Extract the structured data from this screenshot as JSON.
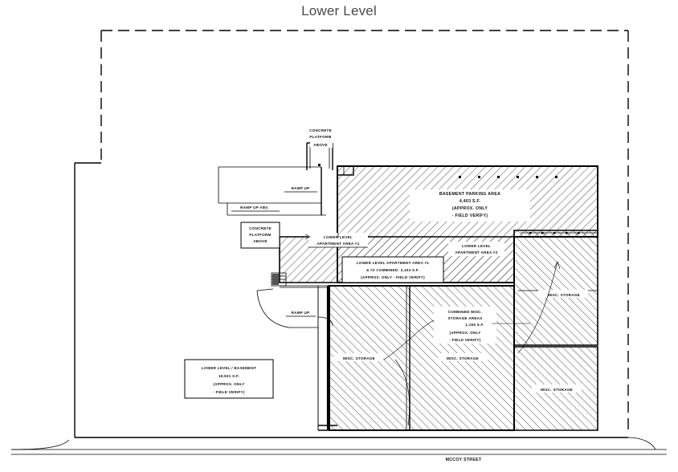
{
  "header": {
    "title": "Lower Level"
  },
  "plan": {
    "street_label": "MCCOY STREET",
    "annotations": {
      "concrete_platform_above_top": "CONCRETE\nPLATFORM\nABOVE",
      "concrete_platform_above_top_l1": "CONCRETE",
      "concrete_platform_above_top_l2": "PLATFORM",
      "concrete_platform_above_top_l3": "ABOVE",
      "concrete_platform_above_left_l1": "CONCRETE",
      "concrete_platform_above_left_l2": "PLATFORM",
      "concrete_platform_above_left_l3": "ABOVE",
      "ramp_up_top": "RAMP UP",
      "ramp_up_abv": "RAMP UP ABV.",
      "ramp_up_lower": "RAMP UP"
    },
    "areas": {
      "basement_parking": {
        "line1": "BASEMENT PARKING AREA",
        "line2": "4,403 S.F.",
        "line3": "(APPROX. ONLY",
        "line4": "- FIELD VERIFY)"
      },
      "apartment_1": {
        "line1": "LOWER LEVEL",
        "line2": "APARTMENT AREA #1"
      },
      "apartment_2": {
        "line1": "LOWER LEVEL",
        "line2": "APARTMENT AREA #2"
      },
      "apartments_combined": {
        "line1": "LOWER LEVEL APARTMENT AREA #1",
        "line2": "& #2 COMBINED: 3,104 S.F.",
        "line3": "(APPROX. ONLY - FIELD VERIFY)"
      },
      "combined_storage": {
        "line1": "COMBINED MISC.",
        "line2": "STORAGE AREAS",
        "line3": "1,155 S.F.",
        "line4": "(APPROX. ONLY",
        "line5": "- FIELD VERIFY)"
      },
      "lower_level_basement": {
        "line1": "LOWER LEVEL / BASEMENT",
        "line2": "19,921 S.F.",
        "line3": "(APPROX. ONLY",
        "line4": "- FIELD VERIFY)"
      }
    },
    "storage_labels": {
      "misc_storage_1": "MISC. STORAGE",
      "misc_storage_2": "MISC. STORAGE",
      "misc_storage_3": "MISC. STORAGE",
      "misc_storage_4": "MISC. STORAGE"
    },
    "colors": {
      "line": "#000000",
      "title": "#4a4a4a",
      "background": "#ffffff",
      "hatch": "#3a3a3a"
    }
  }
}
